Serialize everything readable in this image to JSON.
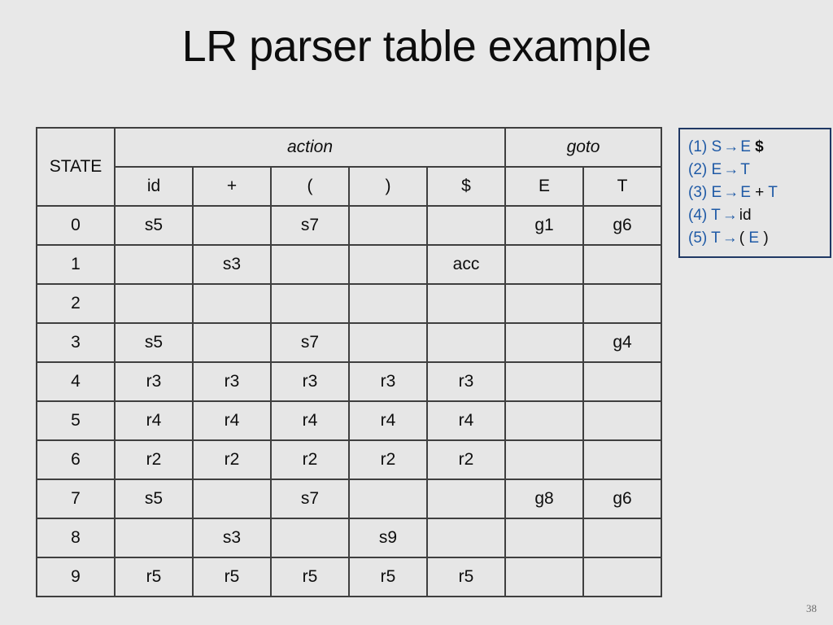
{
  "slide": {
    "title": "LR parser table example",
    "page_number": "38",
    "background_color": "#e8e8e8"
  },
  "colors": {
    "shift": "#e8bcbc",
    "reduce": "#b6cbe4",
    "goto": "#d2f7d2",
    "accept": "#b6cbe4",
    "empty": "#e6e6e6",
    "border": "#3f3f3f",
    "grammar_border": "#1f3864",
    "grammar_text": "#1f5aa6",
    "terminal_text": "#0d0d0d"
  },
  "table": {
    "state_header": "STATE",
    "group_headers": [
      {
        "label": "action",
        "span": 5
      },
      {
        "label": "goto",
        "span": 2
      }
    ],
    "action_columns": [
      "id",
      "+",
      "(",
      ")",
      "$"
    ],
    "goto_columns": [
      "E",
      "T"
    ],
    "rows": [
      {
        "state": "0",
        "action": [
          {
            "text": "s5",
            "kind": "shift"
          },
          {
            "text": "",
            "kind": "empty"
          },
          {
            "text": "s7",
            "kind": "shift"
          },
          {
            "text": "",
            "kind": "empty"
          },
          {
            "text": "",
            "kind": "empty"
          }
        ],
        "goto": [
          {
            "text": "g1",
            "kind": "goto"
          },
          {
            "text": "g6",
            "kind": "goto"
          }
        ]
      },
      {
        "state": "1",
        "action": [
          {
            "text": "",
            "kind": "empty"
          },
          {
            "text": "s3",
            "kind": "shift"
          },
          {
            "text": "",
            "kind": "empty"
          },
          {
            "text": "",
            "kind": "empty"
          },
          {
            "text": "acc",
            "kind": "accept"
          }
        ],
        "goto": [
          {
            "text": "",
            "kind": "empty"
          },
          {
            "text": "",
            "kind": "empty"
          }
        ]
      },
      {
        "state": "2",
        "action": [
          {
            "text": "",
            "kind": "empty"
          },
          {
            "text": "",
            "kind": "empty"
          },
          {
            "text": "",
            "kind": "empty"
          },
          {
            "text": "",
            "kind": "empty"
          },
          {
            "text": "",
            "kind": "empty"
          }
        ],
        "goto": [
          {
            "text": "",
            "kind": "empty"
          },
          {
            "text": "",
            "kind": "empty"
          }
        ]
      },
      {
        "state": "3",
        "action": [
          {
            "text": "s5",
            "kind": "shift"
          },
          {
            "text": "",
            "kind": "empty"
          },
          {
            "text": "s7",
            "kind": "shift"
          },
          {
            "text": "",
            "kind": "empty"
          },
          {
            "text": "",
            "kind": "empty"
          }
        ],
        "goto": [
          {
            "text": "",
            "kind": "empty"
          },
          {
            "text": "g4",
            "kind": "goto"
          }
        ]
      },
      {
        "state": "4",
        "action": [
          {
            "text": "r3",
            "kind": "reduce"
          },
          {
            "text": "r3",
            "kind": "reduce"
          },
          {
            "text": "r3",
            "kind": "reduce"
          },
          {
            "text": "r3",
            "kind": "reduce"
          },
          {
            "text": "r3",
            "kind": "reduce"
          }
        ],
        "goto": [
          {
            "text": "",
            "kind": "empty"
          },
          {
            "text": "",
            "kind": "empty"
          }
        ]
      },
      {
        "state": "5",
        "action": [
          {
            "text": "r4",
            "kind": "reduce"
          },
          {
            "text": "r4",
            "kind": "reduce"
          },
          {
            "text": "r4",
            "kind": "reduce"
          },
          {
            "text": "r4",
            "kind": "reduce"
          },
          {
            "text": "r4",
            "kind": "reduce"
          }
        ],
        "goto": [
          {
            "text": "",
            "kind": "empty"
          },
          {
            "text": "",
            "kind": "empty"
          }
        ]
      },
      {
        "state": "6",
        "action": [
          {
            "text": "r2",
            "kind": "reduce"
          },
          {
            "text": "r2",
            "kind": "reduce"
          },
          {
            "text": "r2",
            "kind": "reduce"
          },
          {
            "text": "r2",
            "kind": "reduce"
          },
          {
            "text": "r2",
            "kind": "reduce"
          }
        ],
        "goto": [
          {
            "text": "",
            "kind": "empty"
          },
          {
            "text": "",
            "kind": "empty"
          }
        ]
      },
      {
        "state": "7",
        "action": [
          {
            "text": "s5",
            "kind": "shift"
          },
          {
            "text": "",
            "kind": "empty"
          },
          {
            "text": "s7",
            "kind": "shift"
          },
          {
            "text": "",
            "kind": "empty"
          },
          {
            "text": "",
            "kind": "empty"
          }
        ],
        "goto": [
          {
            "text": "g8",
            "kind": "goto"
          },
          {
            "text": "g6",
            "kind": "goto"
          }
        ]
      },
      {
        "state": "8",
        "action": [
          {
            "text": "",
            "kind": "empty"
          },
          {
            "text": "s3",
            "kind": "shift"
          },
          {
            "text": "",
            "kind": "empty"
          },
          {
            "text": "s9",
            "kind": "shift"
          },
          {
            "text": "",
            "kind": "empty"
          }
        ],
        "goto": [
          {
            "text": "",
            "kind": "empty"
          },
          {
            "text": "",
            "kind": "empty"
          }
        ]
      },
      {
        "state": "9",
        "action": [
          {
            "text": "r5",
            "kind": "reduce"
          },
          {
            "text": "r5",
            "kind": "reduce"
          },
          {
            "text": "r5",
            "kind": "reduce"
          },
          {
            "text": "r5",
            "kind": "reduce"
          },
          {
            "text": "r5",
            "kind": "reduce"
          }
        ],
        "goto": [
          {
            "text": "",
            "kind": "empty"
          },
          {
            "text": "",
            "kind": "empty"
          }
        ]
      }
    ]
  },
  "grammar": {
    "rules": [
      {
        "num": "(1)",
        "lhs": "S",
        "arrow": "→",
        "rhs": [
          {
            "t": "E",
            "style": "sym"
          },
          {
            "t": "$",
            "style": "eof"
          }
        ]
      },
      {
        "num": "(2)",
        "lhs": "E",
        "arrow": "→",
        "rhs": [
          {
            "t": "T",
            "style": "sym"
          }
        ]
      },
      {
        "num": "(3)",
        "lhs": "E",
        "arrow": "→",
        "rhs": [
          {
            "t": "E",
            "style": "sym"
          },
          {
            "t": "+",
            "style": "term"
          },
          {
            "t": "T",
            "style": "sym"
          }
        ]
      },
      {
        "num": "(4)",
        "lhs": "T",
        "arrow": "→",
        "rhs": [
          {
            "t": "id",
            "style": "term"
          }
        ]
      },
      {
        "num": "(5)",
        "lhs": "T",
        "arrow": "→",
        "rhs": [
          {
            "t": "(",
            "style": "term"
          },
          {
            "t": "E",
            "style": "sym"
          },
          {
            "t": ")",
            "style": "term"
          }
        ]
      }
    ]
  }
}
